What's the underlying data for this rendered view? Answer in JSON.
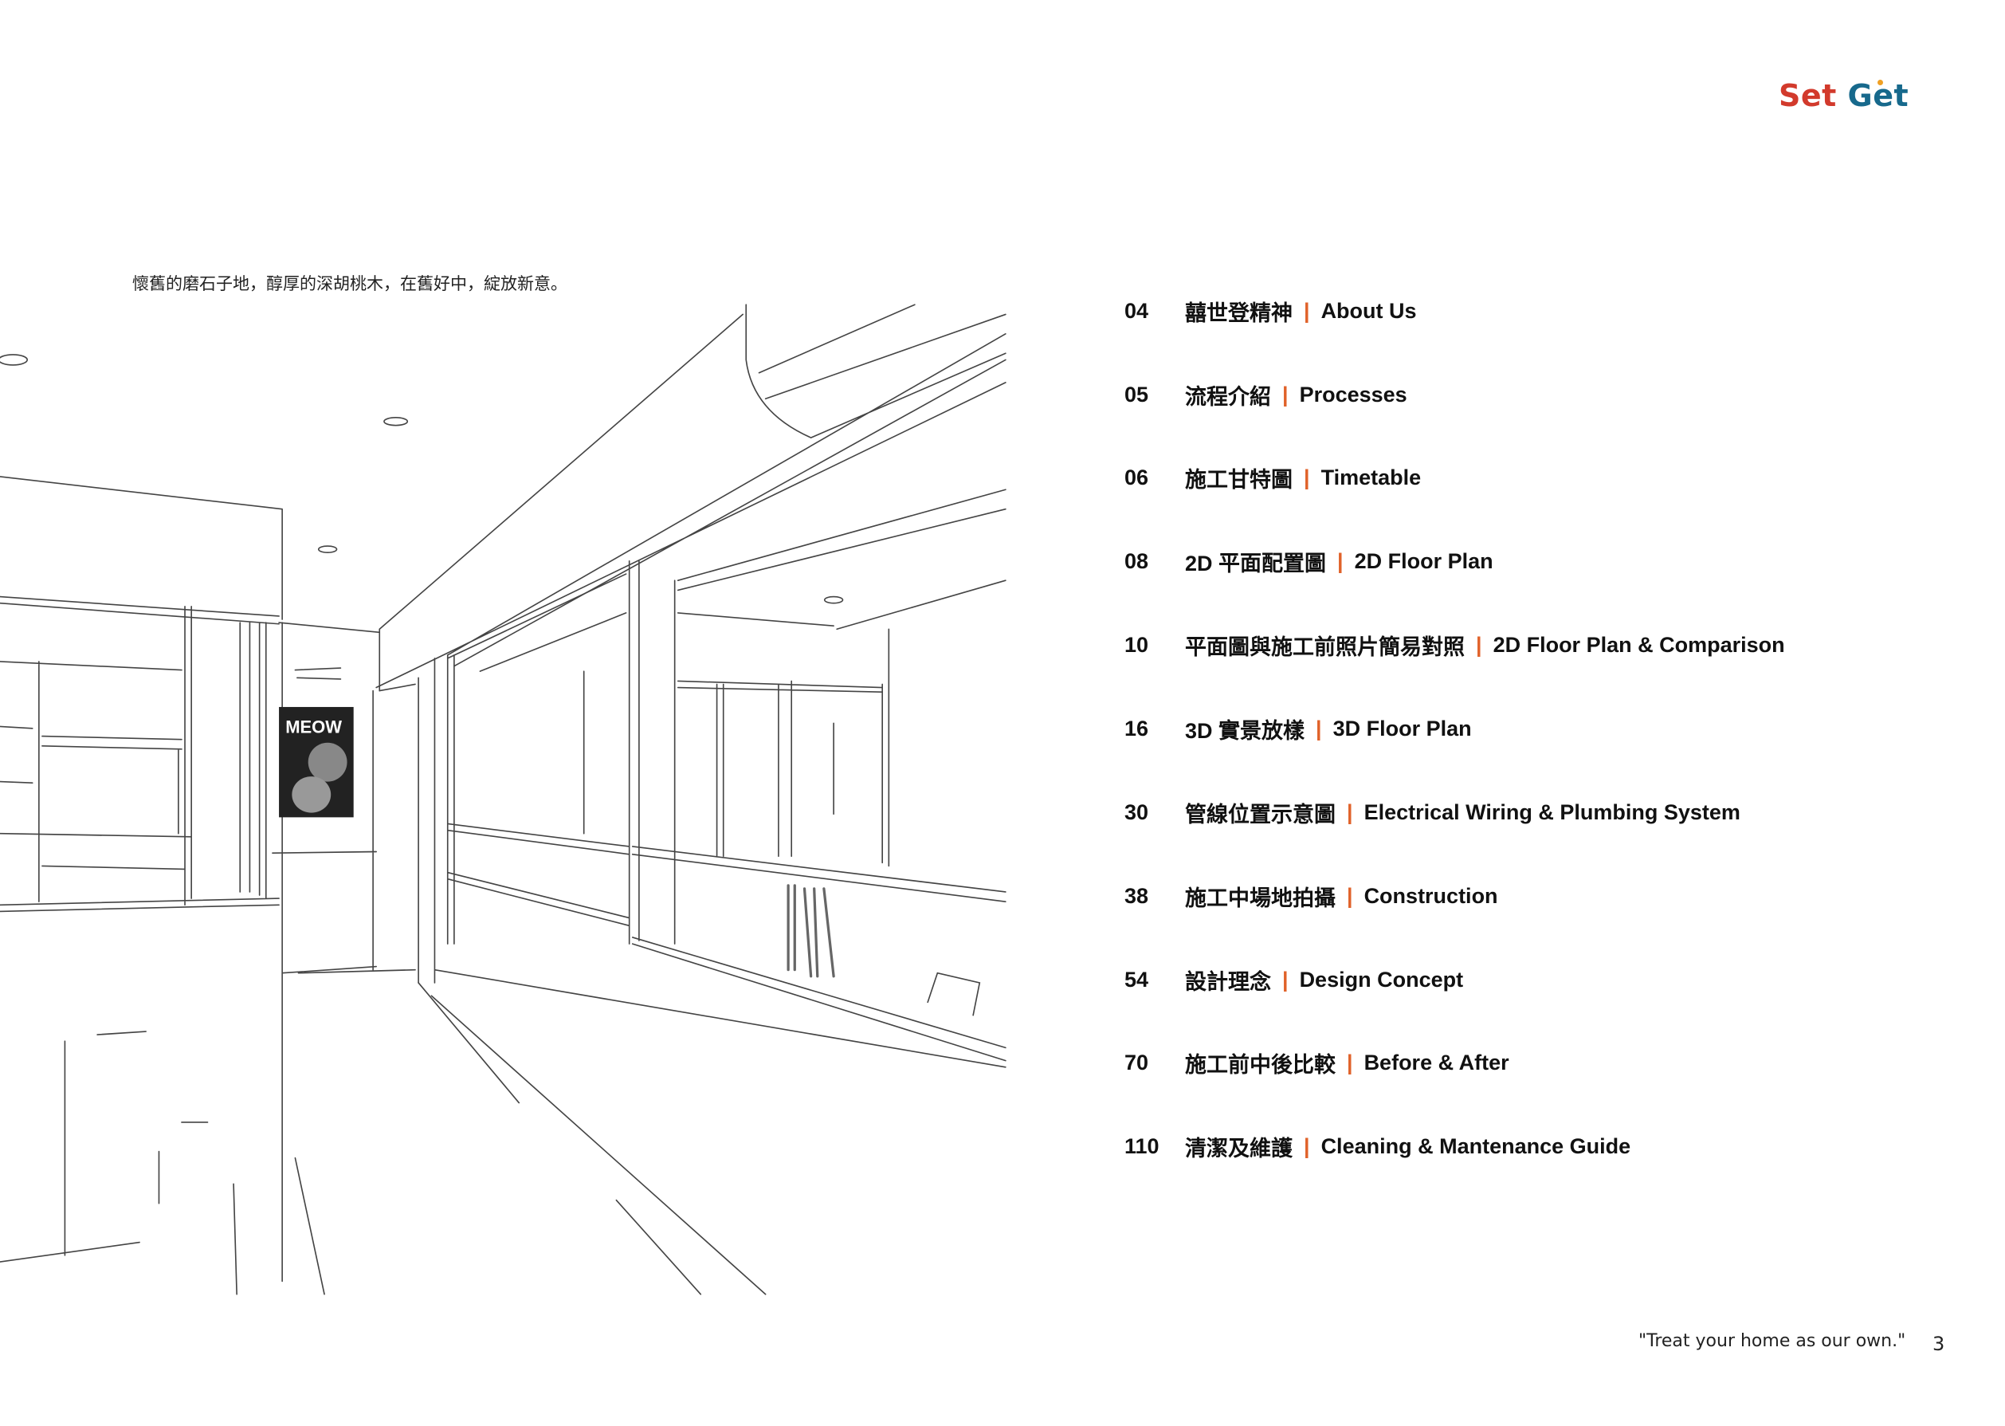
{
  "brand": {
    "logo_text": "Set Get",
    "set": "Set",
    "get_g": "G",
    "get_e": "e",
    "get_t": "t",
    "colors": {
      "set": "#d23a2c",
      "get": "#17698c",
      "dot": "#f0a024"
    }
  },
  "caption": "懷舊的磨石子地，醇厚的深胡桃木，在舊好中，綻放新意。",
  "sketch": {
    "poster_text": "MEOW"
  },
  "toc": {
    "separator": "|",
    "accent_color": "#e0622a",
    "items": [
      {
        "page": "04",
        "zh": "囍世登精神",
        "en": "About Us"
      },
      {
        "page": "05",
        "zh": "流程介紹",
        "en": "Processes"
      },
      {
        "page": "06",
        "zh": "施工甘特圖",
        "en": "Timetable"
      },
      {
        "page": "08",
        "zh": "2D 平面配置圖",
        "en": "2D Floor Plan"
      },
      {
        "page": "10",
        "zh": "平面圖與施工前照片簡易對照",
        "en": "2D Floor Plan & Comparison"
      },
      {
        "page": "16",
        "zh": "3D 實景放樣",
        "en": "3D Floor Plan"
      },
      {
        "page": "30",
        "zh": "管線位置示意圖",
        "en": "Electrical Wiring & Plumbing System"
      },
      {
        "page": "38",
        "zh": "施工中場地拍攝",
        "en": "Construction"
      },
      {
        "page": "54",
        "zh": "設計理念",
        "en": "Design Concept"
      },
      {
        "page": "70",
        "zh": "施工前中後比較",
        "en": "Before & After"
      },
      {
        "page": "110",
        "zh": "清潔及維護",
        "en": "Cleaning & Mantenance Guide"
      }
    ]
  },
  "footer": {
    "quote": "\"Treat your home as our own.\"",
    "page_number": "3"
  }
}
